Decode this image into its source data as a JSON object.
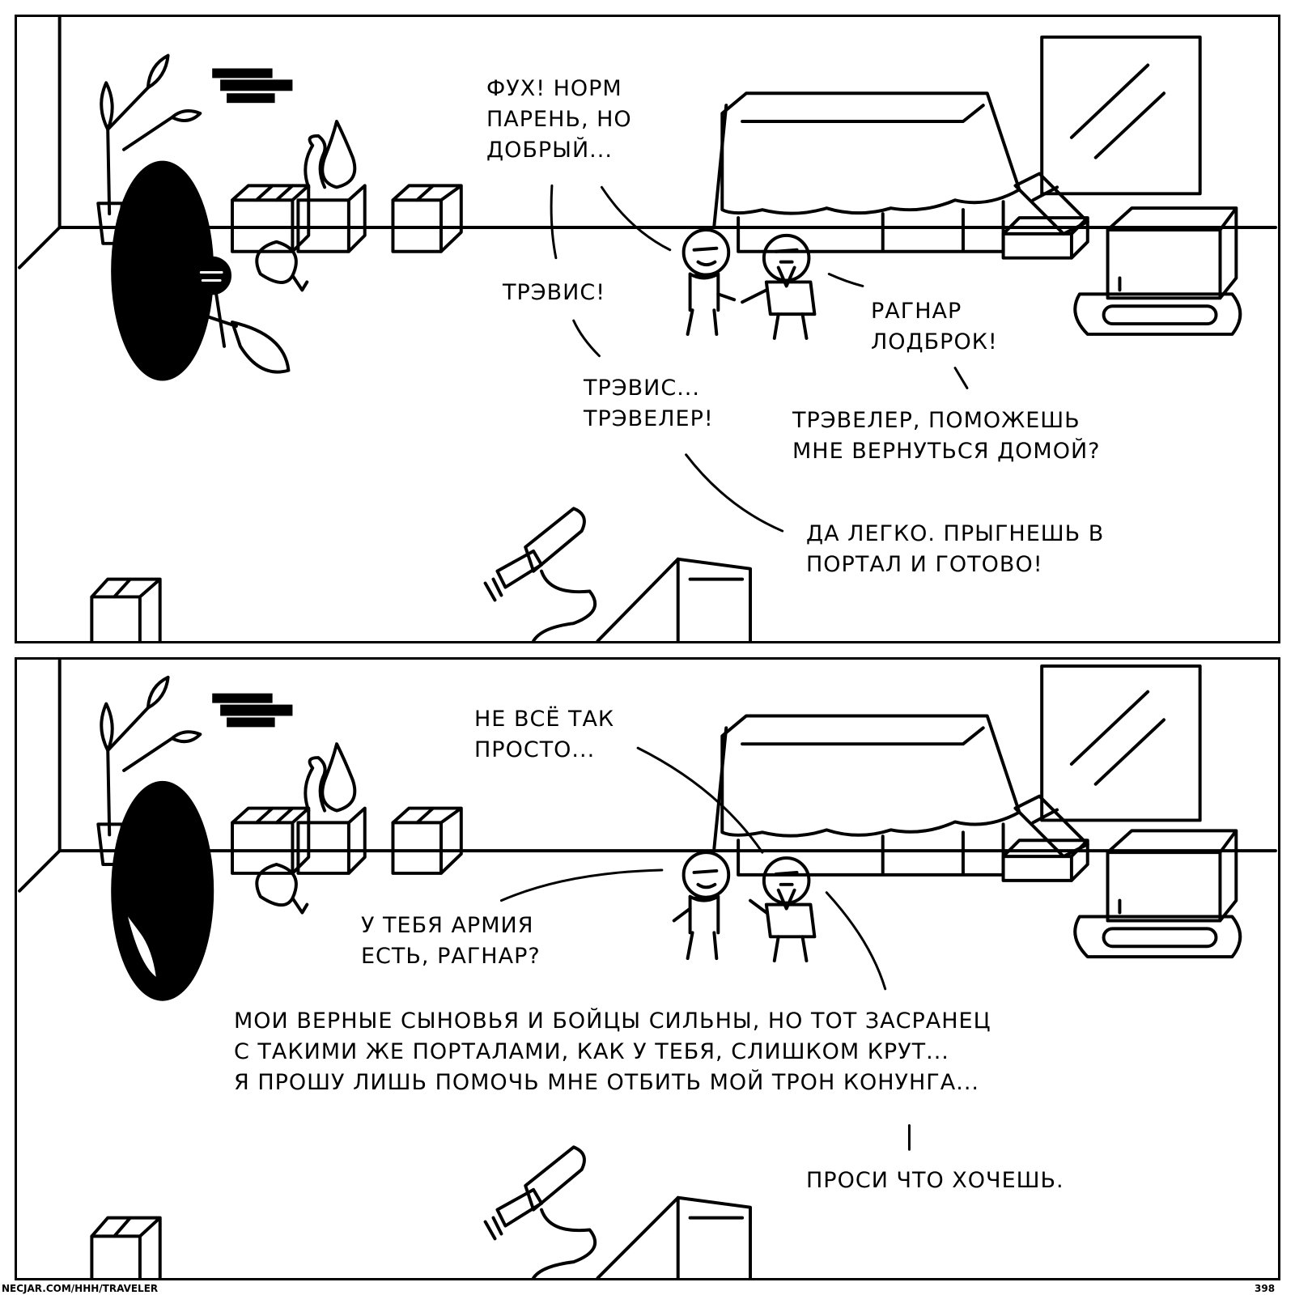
{
  "panel1": {
    "bubbles": {
      "fuh": "ФУХ! НОРМ\nПАРЕНЬ, НО\nДОБРЫЙ...",
      "travis": "ТРЭВИС!",
      "travis_traveler": "ТРЭВИС...\nТРЭВЕЛЕР!",
      "ragnar": "РАГНАР\nЛОДБРОК!",
      "help": "ТРЭВЕЛЕР, ПОМОЖЕШЬ\nМНЕ ВЕРНУТЬСЯ ДОМОЙ?",
      "easy": "ДА ЛЕГКО. ПРЫГНЕШЬ В\nПОРТАЛ И ГОТОВО!"
    }
  },
  "panel2": {
    "bubbles": {
      "not_simple": "НЕ ВСЁ ТАК\nПРОСТО...",
      "army": "У ТЕБЯ АРМИЯ\nЕСТЬ, РАГНАР?",
      "sons": "МОИ ВЕРНЫЕ СЫНОВЬЯ И БОЙЦЫ СИЛЬНЫ, НО ТОТ ЗАСРАНЕЦ\nС ТАКИМИ ЖЕ ПОРТАЛАМИ, КАК У ТЕБЯ, СЛИШКОМ КРУТ...\nЯ ПРОШУ ЛИШЬ ПОМОЧЬ МНЕ ОТБИТЬ МОЙ ТРОН КОНУНГА...",
      "ask": "ПРОСИ ЧТО ХОЧЕШЬ."
    }
  },
  "footer": {
    "url": "NECJAR.COM/HHH/TRAVELER",
    "page": "398"
  }
}
